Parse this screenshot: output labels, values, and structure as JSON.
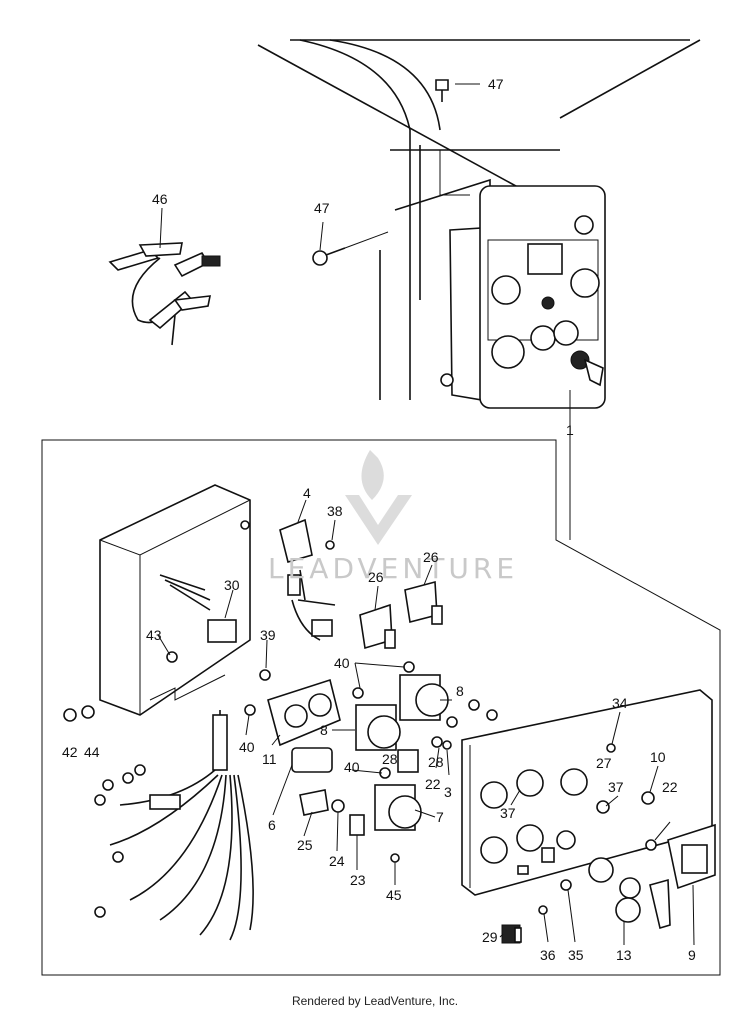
{
  "watermark": "LEADVENTURE",
  "footer": "Rendered by LeadVenture, Inc.",
  "callouts": {
    "c47a": "47",
    "c47b": "47",
    "c46": "46",
    "c1": "1",
    "c4": "4",
    "c38": "38",
    "c26a": "26",
    "c26b": "26",
    "c30": "30",
    "c43": "43",
    "c39": "39",
    "c40a": "40",
    "c40b": "40",
    "c40c": "40",
    "c8a": "8",
    "c8b": "8",
    "c34": "34",
    "c10": "10",
    "c11": "11",
    "c28a": "28",
    "c28b": "28",
    "c27": "27",
    "c22a": "22",
    "c22b": "22",
    "c3": "3",
    "c37a": "37",
    "c37b": "37",
    "c42": "42",
    "c44": "44",
    "c6": "6",
    "c25": "25",
    "c24": "24",
    "c23": "23",
    "c7": "7",
    "c45": "45",
    "c29": "29",
    "c36": "36",
    "c35": "35",
    "c13": "13",
    "c9": "9"
  }
}
